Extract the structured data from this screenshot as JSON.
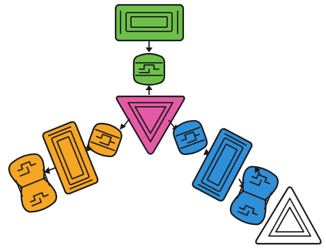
{
  "colors": {
    "green": "#6cc04a",
    "pink": "#e35aa6",
    "orange": "#f5a623",
    "blue": "#2f8fd8",
    "white": "#ffffff",
    "outline": "#1a1a1a"
  },
  "pieces": [
    {
      "name": "green-slab-piece",
      "shape": "rounded-rectangle",
      "color": "green"
    },
    {
      "name": "green-connector-piece",
      "shape": "rounded-square-with-notch",
      "color": "green"
    },
    {
      "name": "pink-triangle-piece",
      "shape": "inverted-triangle",
      "color": "pink"
    },
    {
      "name": "orange-connector-piece",
      "shape": "rounded-square-with-notch",
      "color": "orange"
    },
    {
      "name": "orange-slab-piece",
      "shape": "rounded-rectangle",
      "color": "orange"
    },
    {
      "name": "orange-double-piece",
      "shape": "double-rounded-block",
      "color": "orange"
    },
    {
      "name": "blue-connector-piece",
      "shape": "rounded-square-with-notch",
      "color": "blue"
    },
    {
      "name": "blue-slab-piece",
      "shape": "rounded-rectangle",
      "color": "blue"
    },
    {
      "name": "blue-double-piece",
      "shape": "double-rounded-block",
      "color": "blue"
    },
    {
      "name": "white-triangle-piece",
      "shape": "triangle",
      "color": "white"
    }
  ],
  "arrows": [
    {
      "name": "arrow-green-slab-to-connector",
      "direction": "down"
    },
    {
      "name": "arrow-triangle-to-green-connector",
      "direction": "up"
    },
    {
      "name": "arrow-triangle-to-orange-connector",
      "direction": "down-left"
    },
    {
      "name": "arrow-orange-slab-to-connector",
      "direction": "right"
    },
    {
      "name": "arrow-orange-slab-to-double",
      "direction": "left"
    },
    {
      "name": "arrow-triangle-to-blue-connector",
      "direction": "down-right"
    },
    {
      "name": "arrow-blue-slab-to-connector",
      "direction": "up"
    },
    {
      "name": "arrow-blue-slab-to-double",
      "direction": "down"
    },
    {
      "name": "arrow-blue-double-to-slab",
      "direction": "up"
    }
  ]
}
